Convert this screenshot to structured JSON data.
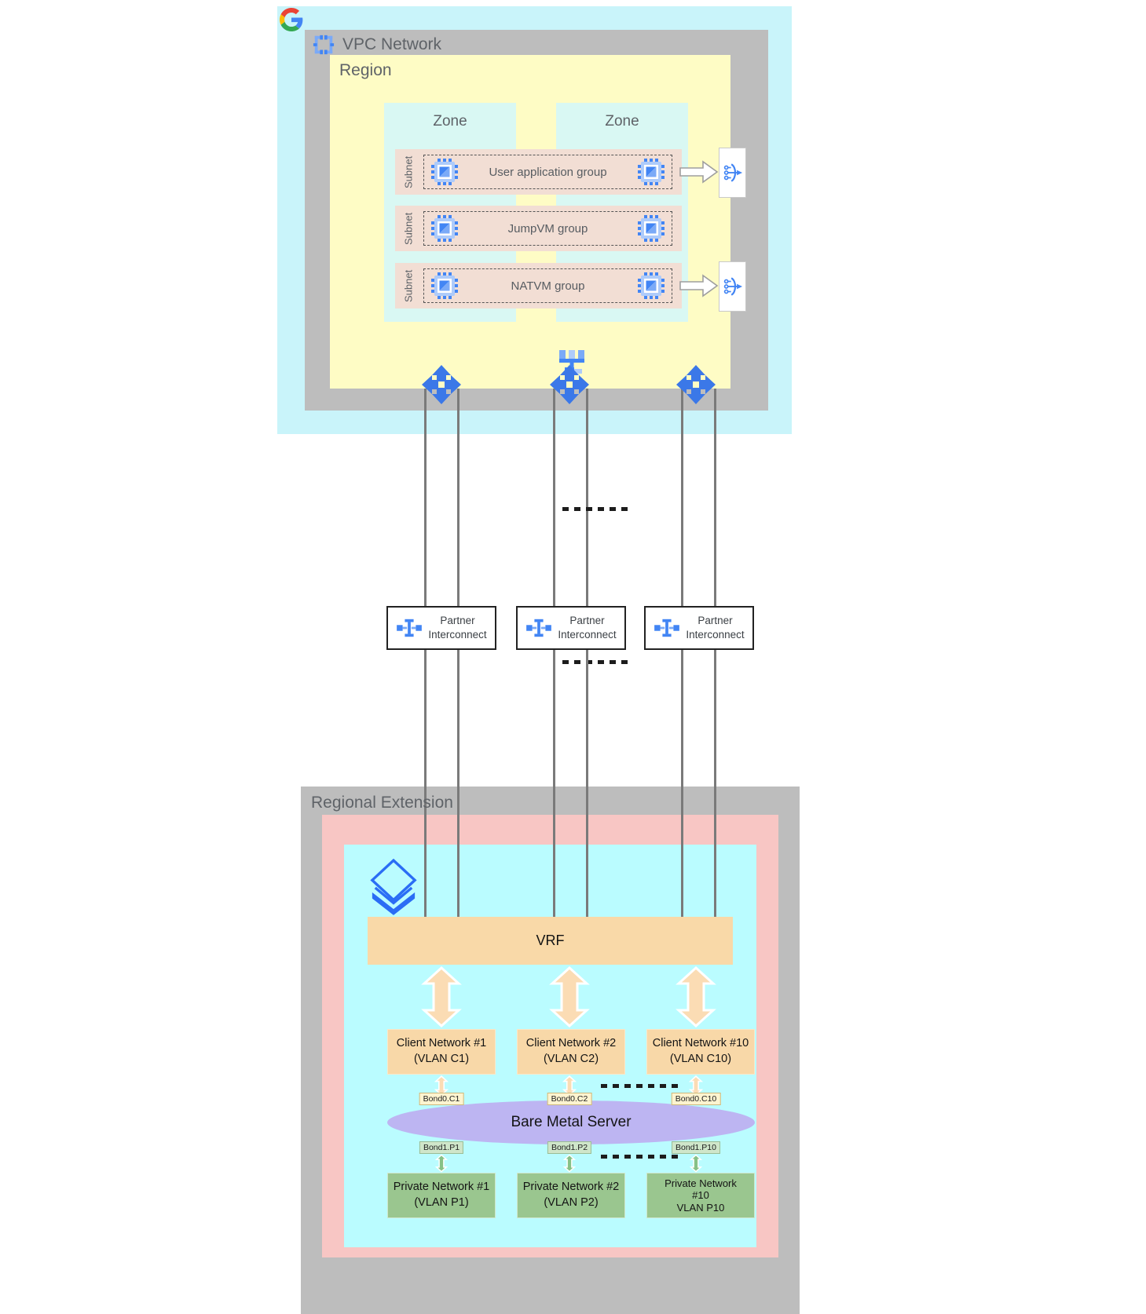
{
  "vpc_network": {
    "title": "VPC Network",
    "region_label": "Region",
    "zones": [
      "Zone",
      "Zone"
    ],
    "subnets": [
      {
        "subnet_label": "Subnet",
        "group_label": "User application group"
      },
      {
        "subnet_label": "Subnet",
        "group_label": "JumpVM group"
      },
      {
        "subnet_label": "Subnet",
        "group_label": "NATVM group"
      }
    ]
  },
  "partner_interconnects": [
    {
      "line1": "Partner",
      "line2": "Interconnect"
    },
    {
      "line1": "Partner",
      "line2": "Interconnect"
    },
    {
      "line1": "Partner",
      "line2": "Interconnect"
    }
  ],
  "regional_extension": {
    "title": "Regional Extension",
    "vrf_label": "VRF",
    "bare_metal_server_label": "Bare Metal Server",
    "client_networks": [
      {
        "lines": [
          "Client Network #1",
          "(VLAN C1)"
        ],
        "bond_label": "Bond0.C1"
      },
      {
        "lines": [
          "Client Network #2",
          "(VLAN C2)"
        ],
        "bond_label": "Bond0.C2"
      },
      {
        "lines": [
          "Client Network #10",
          "(VLAN C10)"
        ],
        "bond_label": "Bond0.C10"
      }
    ],
    "private_networks": [
      {
        "lines": [
          "Private Network #1",
          "(VLAN P1)"
        ],
        "bond_label": "Bond1.P1"
      },
      {
        "lines": [
          "Private Network #2",
          "(VLAN P2)"
        ],
        "bond_label": "Bond1.P2"
      },
      {
        "lines": [
          "Private Network",
          "#10",
          "VLAN P10"
        ],
        "bond_label": "Bond1.P10"
      }
    ]
  },
  "icons": {
    "google-logo": "Google G",
    "vpc-network-icon": "blue bracket frame",
    "compute-vm-icon": "VM chip with pins",
    "load-balancer-icon": "three nodes through arc into arrow",
    "internal-load-balancer-icon": "trident distributor",
    "cloud-router-icon": "four-way arrows",
    "partner-interconnect-icon": "I-beam with side nodes",
    "bare-metal-icon": "stacked diamonds with down chevron"
  },
  "colors": {
    "vpc_background": "#c9f4fa",
    "container_gray": "#bdbdbd",
    "region_yellow": "#fefcc5",
    "zone_teal": "#d9f8f3",
    "subnet_salmon": "#f2ded4",
    "accent_blue": "#4285f4",
    "regional_pink": "#f8c6c4",
    "regional_cyan": "#bafcff",
    "vrf_tan": "#f9d9a8",
    "bare_metal_purple": "#bdb5f2",
    "private_green": "#9ac68f"
  }
}
